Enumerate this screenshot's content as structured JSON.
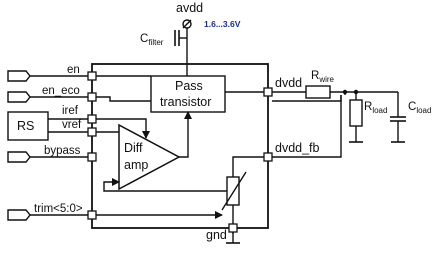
{
  "supply": {
    "name": "avdd",
    "range": "1.6...3.6V"
  },
  "cap_filter": {
    "main": "C",
    "sub": "filter"
  },
  "pins_left": {
    "en": "en",
    "en_eco": "en_eco",
    "iref": "iref",
    "vref": "vref",
    "bypass": "bypass",
    "trim": "trim<5:0>"
  },
  "rs_block": "RS",
  "pass_block": {
    "line1": "Pass",
    "line2": "transistor"
  },
  "amp_block": {
    "line1": "Diff",
    "line2": "amp"
  },
  "pins_right": {
    "dvdd": "dvdd",
    "dvdd_fb": "dvdd_fb"
  },
  "ground": "gnd",
  "r_wire": {
    "main": "R",
    "sub": "wire"
  },
  "r_load": {
    "main": "R",
    "sub": "load"
  },
  "c_load": {
    "main": "C",
    "sub": "load"
  }
}
